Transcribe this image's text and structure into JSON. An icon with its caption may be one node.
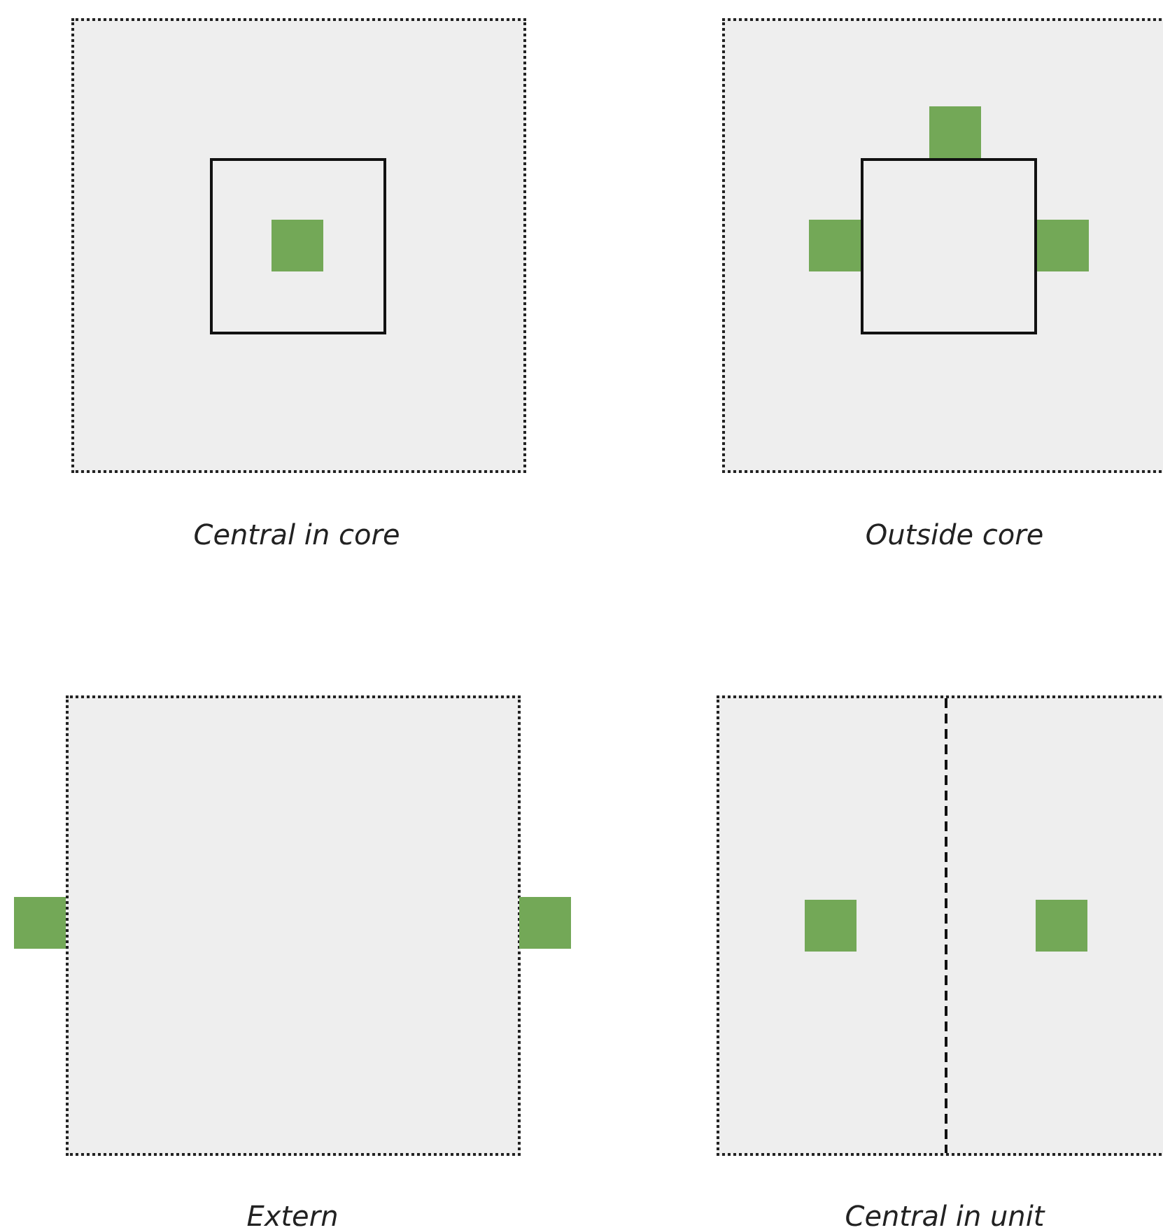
{
  "diagram": {
    "nodes": [
      {
        "text": [],
        "shape": "box",
        "beside": [
          "Central in core"
        ]
      },
      {
        "text": [],
        "shape": "box",
        "in": 0
      },
      {
        "text": [],
        "shape": "box",
        "in": 1
      },
      {
        "text": [],
        "shape": "box",
        "beside": [
          "Outside core"
        ]
      },
      {
        "text": [],
        "shape": "box",
        "in": 3
      },
      {
        "text": [],
        "shape": "box",
        "in": 3
      },
      {
        "text": [],
        "shape": "box",
        "in": 3
      },
      {
        "text": [],
        "shape": "box",
        "in": 3
      },
      {
        "text": [],
        "shape": "box",
        "beside": [
          "Extern"
        ]
      },
      {
        "text": [],
        "shape": "box"
      },
      {
        "text": [],
        "shape": "box"
      },
      {
        "text": [],
        "shape": "box",
        "beside": [
          "Central in unit"
        ]
      },
      {
        "text": [],
        "shape": "box",
        "in": 11
      },
      {
        "text": [],
        "shape": "box",
        "in": 11
      }
    ]
  }
}
